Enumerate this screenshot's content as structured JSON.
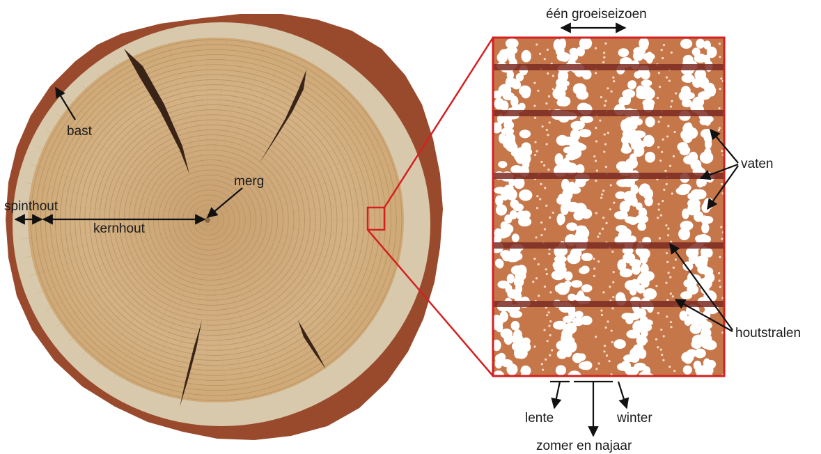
{
  "labels": {
    "bast": "bast",
    "merg": "merg",
    "spinthout": "spinthout",
    "kernhout": "kernhout",
    "season": "één groeiseizoen",
    "vaten": "vaten",
    "houtstralen": "houtstralen",
    "lente": "lente",
    "winter": "winter",
    "zomer": "zomer en najaar"
  },
  "colors": {
    "bark": "#9a4a2c",
    "sapwood": "#d8c9ad",
    "heartwood": "#d2b080",
    "ring_line": "#b08c5c",
    "crack": "#3a2418",
    "micro_bg": "#c6774a",
    "micro_band": "#7a2a22",
    "vessel": "#ffffff",
    "frame": "#d42020"
  }
}
